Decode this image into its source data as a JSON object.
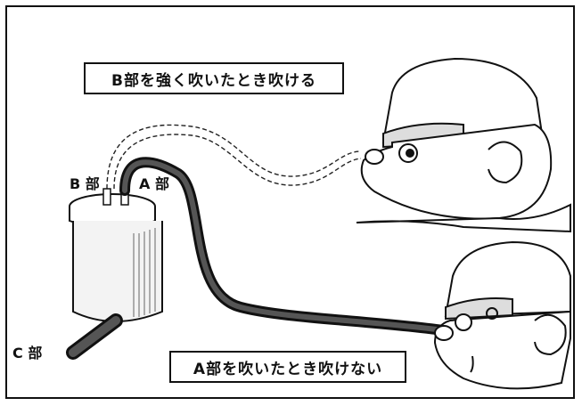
{
  "captions": {
    "b_blow": "B部を強く吹いたとき吹ける",
    "a_blow": "A部を吹いたとき吹けない"
  },
  "labels": {
    "part_b": "B 部",
    "part_a": "A 部",
    "part_c": "C 部"
  }
}
